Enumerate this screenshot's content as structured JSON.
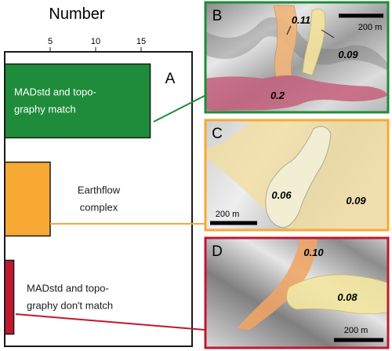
{
  "chart_data": {
    "type": "bar",
    "orientation": "horizontal",
    "xlabel": "Number",
    "xticks": [
      5,
      10,
      15
    ],
    "xlim": [
      0,
      20
    ],
    "panel_label": "A",
    "categories": [
      {
        "lines": [
          "MADstd and topo-",
          "graphy match"
        ]
      },
      {
        "lines": [
          "Earthflow",
          "complex"
        ]
      },
      {
        "lines": [
          "MADstd and topo-",
          "graphy don't match"
        ]
      }
    ],
    "values": [
      16,
      5,
      1
    ],
    "colors": [
      "#1e8c3a",
      "#f7a934",
      "#c0182f"
    ]
  },
  "insets": {
    "B": {
      "letter": "B",
      "values": [
        "0.11",
        "0.09",
        "0.2"
      ],
      "scale": "200 m",
      "frame_color": "#1e8c3a"
    },
    "C": {
      "letter": "C",
      "values": [
        "0.06",
        "0.09"
      ],
      "scale": "200 m",
      "frame_color": "#f7a934"
    },
    "D": {
      "letter": "D",
      "values": [
        "0.10",
        "0.08"
      ],
      "scale": "200 m",
      "frame_color": "#c0182f"
    }
  }
}
